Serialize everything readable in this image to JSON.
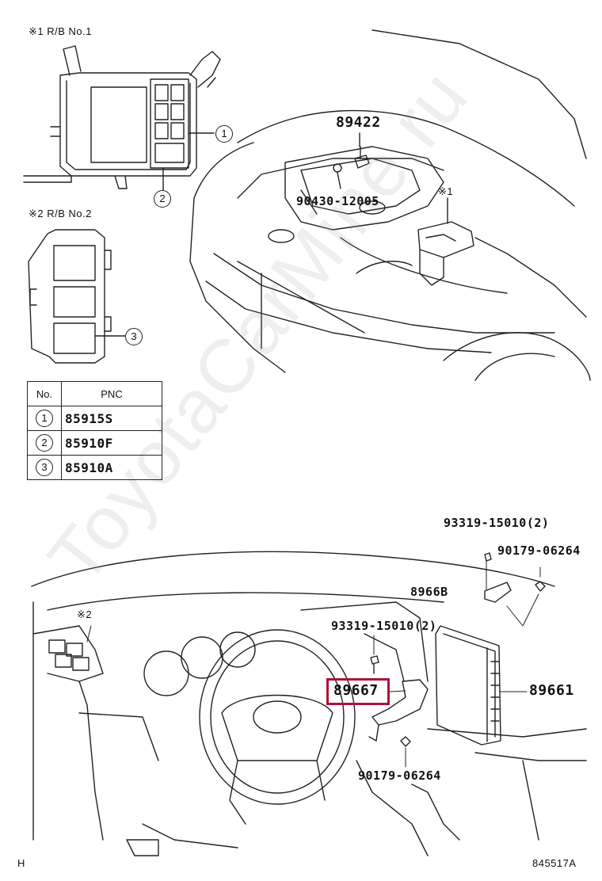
{
  "insets": {
    "rb1_title": "※1 R/B No.1",
    "rb2_title": "※2 R/B No.2",
    "ref1": "※1",
    "ref2": "※2"
  },
  "callouts": {
    "c1": "1",
    "c2": "2",
    "c3": "3"
  },
  "table": {
    "headers": [
      "No.",
      "PNC"
    ],
    "rows": [
      {
        "no": "1",
        "pnc": "85915S"
      },
      {
        "no": "2",
        "pnc": "85910F"
      },
      {
        "no": "3",
        "pnc": "85910A"
      }
    ]
  },
  "parts": {
    "p89422": "89422",
    "p90430": "90430-12005",
    "p93319_top": "93319-15010(2)",
    "p90179_top": "90179-06264",
    "p8966b": "8966B",
    "p93319_mid": "93319-15010(2)",
    "p89667": "89667",
    "p89661": "89661",
    "p90179_bot": "90179-06264"
  },
  "footer": {
    "left": "H",
    "right": "845517A"
  },
  "watermark": "ToyotaCarMine.ru",
  "colors": {
    "highlight": "#b0103a",
    "line": "#222222"
  }
}
